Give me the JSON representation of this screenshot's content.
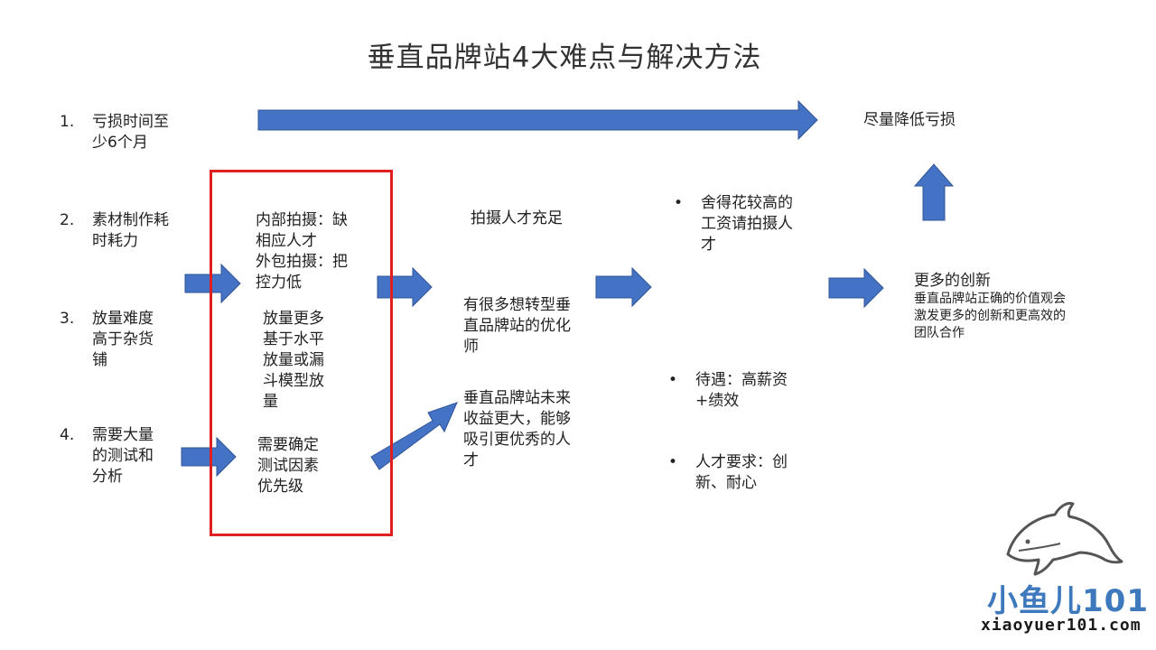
{
  "title": "垂直品牌站4大难点与解决方法",
  "problems": [
    {
      "num": "1.",
      "lines": [
        "亏损时间至",
        "少6个月"
      ]
    },
    {
      "num": "2.",
      "lines": [
        "素材制作耗",
        "时耗力"
      ]
    },
    {
      "num": "3.",
      "lines": [
        "放量难度",
        "高于杂货",
        "铺"
      ]
    },
    {
      "num": "4.",
      "lines": [
        "需要大量",
        "的测试和",
        "分析"
      ]
    }
  ],
  "red_box": {
    "material": [
      "内部拍摄：缺",
      "相应人才",
      "外包拍摄：把",
      "控力低"
    ],
    "scaling": [
      "放量更多",
      "基于水平",
      "放量或漏",
      "斗模型放",
      "量"
    ],
    "testing": [
      "需要确定",
      "测试因素",
      "优先级"
    ]
  },
  "col3": {
    "talent_sufficient": "拍摄人才充足",
    "optimizers": [
      "有很多想转型垂",
      "直品牌站的优化",
      "师"
    ],
    "future": [
      "垂直品牌站未来",
      "收益更大，能够",
      "吸引更优秀的人",
      "才"
    ]
  },
  "col4": {
    "spend": [
      "舍得花较高的",
      "工资请拍摄人",
      "才"
    ],
    "salary": [
      "待遇：高薪资",
      "+绩效"
    ],
    "requirement": [
      "人才要求：创",
      "新、耐心"
    ]
  },
  "col5": {
    "reduce_loss": "尽量降低亏损",
    "innovation_title": "更多的创新",
    "innovation_desc": [
      "垂直品牌站正确的价值观会",
      "激发更多的创新和更高效的",
      "团队合作"
    ]
  },
  "logo": {
    "name": "小鱼儿101",
    "url": "xiaoyuer101.com"
  },
  "colors": {
    "arrow": "#4472c4",
    "arrow_stroke": "#2f5597",
    "highlight_box": "#e02020",
    "logo_blue": "#3e79bd"
  }
}
